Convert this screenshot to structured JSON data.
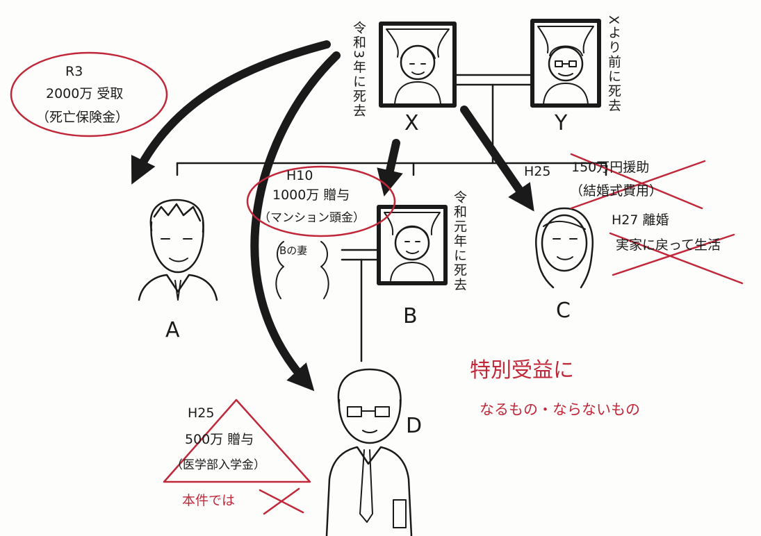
{
  "persons": {
    "x": {
      "label": "X",
      "note": "令和3年に死去"
    },
    "y": {
      "label": "Y",
      "note": "Xより前に死去"
    },
    "a": {
      "label": "A"
    },
    "b": {
      "label": "B",
      "note": "令和元年に死去",
      "spouse": "Bの妻"
    },
    "c": {
      "label": "C"
    },
    "d": {
      "label": "D"
    }
  },
  "notes": {
    "a_insurance": {
      "year": "R3",
      "amount": "2000万 受取",
      "detail": "（死亡保険金）"
    },
    "b_gift": {
      "year": "H10",
      "amount": "1000万 贈与",
      "detail": "（マンション頭金）"
    },
    "c_support": {
      "year": "H25",
      "amount": "150万円援助",
      "detail": "（結婚式費用）"
    },
    "c_divorce": {
      "line1": "H27 離婚",
      "line2": "実家に戻って生活"
    },
    "d_gift": {
      "year": "H25",
      "amount": "500万 贈与",
      "detail": "（医学部入学金）",
      "verdict": "本件では"
    }
  },
  "caption": {
    "line1": "特別受益に",
    "line2": "なるもの・ならないもの"
  },
  "colors": {
    "ink": "#1a1a1a",
    "red_pen": "#c0283a",
    "paper": "#fdfdfb"
  }
}
